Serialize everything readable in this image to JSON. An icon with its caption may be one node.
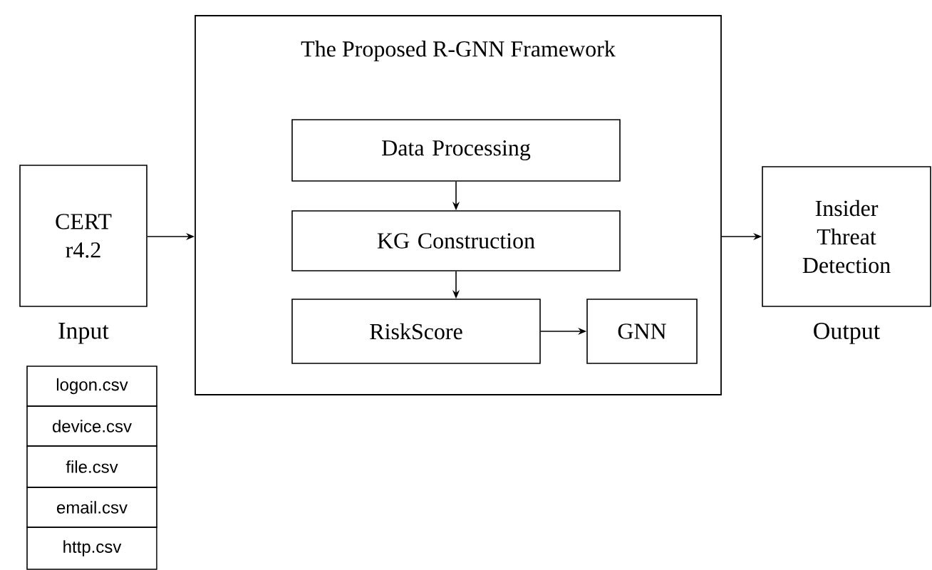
{
  "diagram": {
    "nodes": [
      {
        "text": [
          "CERT r4.2"
        ],
        "beside": [
          "Input"
        ]
      },
      {
        "text": [
          "The Proposed R-GNN Framework"
        ]
      },
      {
        "text": [
          "Data Processing"
        ],
        "in": 1
      },
      {
        "text": [
          "KG Construction"
        ],
        "in": 1
      },
      {
        "text": [
          "RiskScore"
        ],
        "in": 1
      },
      {
        "text": [
          "GNN"
        ],
        "in": 1
      },
      {
        "text": [
          "Insider Threat Detection"
        ],
        "beside": [
          "Output"
        ]
      },
      {
        "text": [
          "logon.csv"
        ]
      },
      {
        "text": [
          "device.csv"
        ]
      },
      {
        "text": [
          "file.csv"
        ]
      },
      {
        "text": [
          "email.csv"
        ]
      },
      {
        "text": [
          "http.csv"
        ]
      }
    ],
    "edges": [
      {
        "from": 0,
        "to": 1,
        "arrow": "to"
      },
      {
        "from": 2,
        "to": 3,
        "arrow": "to"
      },
      {
        "from": 3,
        "to": 4,
        "arrow": "to"
      },
      {
        "from": 4,
        "to": 5,
        "arrow": "to"
      },
      {
        "from": 1,
        "to": 6,
        "arrow": "to"
      }
    ]
  }
}
